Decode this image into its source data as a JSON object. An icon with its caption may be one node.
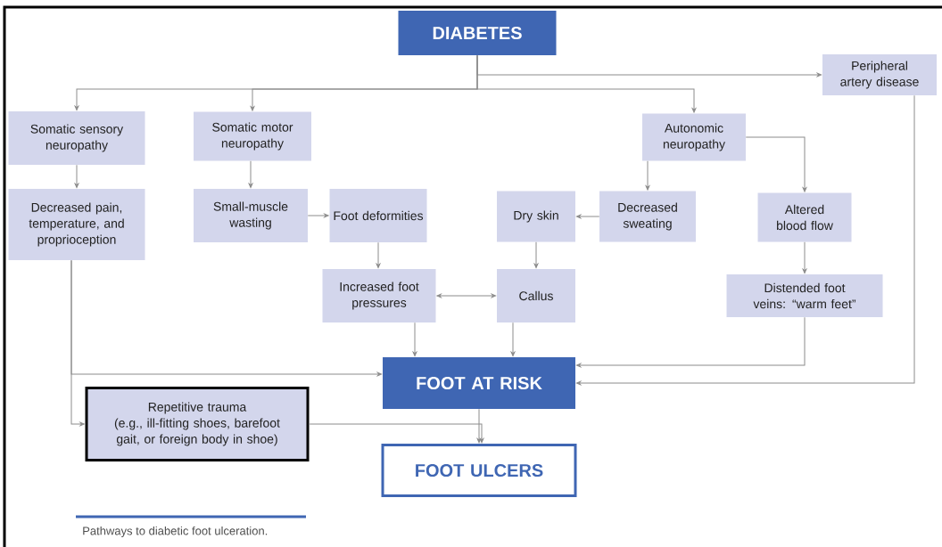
{
  "diagram": {
    "caption": "Pathways to diabetic foot ulceration.",
    "nodes": [
      {
        "text": [
          "DIABETES"
        ]
      },
      {
        "text": [
          "Peripheral artery disease"
        ]
      },
      {
        "text": [
          "Somatic sensory neuropathy"
        ]
      },
      {
        "text": [
          "Somatic motor neuropathy"
        ]
      },
      {
        "text": [
          "Autonomic neuropathy"
        ]
      },
      {
        "text": [
          "Decreased pain, temperature, and proprioception"
        ]
      },
      {
        "text": [
          "Small-muscle wasting"
        ]
      },
      {
        "text": [
          "Foot deformities"
        ]
      },
      {
        "text": [
          "Dry skin"
        ]
      },
      {
        "text": [
          "Decreased sweating"
        ]
      },
      {
        "text": [
          "Altered blood flow"
        ]
      },
      {
        "text": [
          "Increased foot pressures"
        ]
      },
      {
        "text": [
          "Callus"
        ]
      },
      {
        "text": [
          "Distended foot veins: “warm feet”"
        ]
      },
      {
        "text": [
          "FOOT AT RISK"
        ]
      },
      {
        "text": [
          "Repetitive trauma",
          "(e.g., ill-fitting shoes, barefoot gait, or foreign body in shoe)"
        ]
      },
      {
        "text": [
          "FOOT ULCERS"
        ]
      }
    ],
    "edges": [
      {
        "from": 0,
        "to": 1,
        "arrow": "to"
      },
      {
        "from": 0,
        "to": 2,
        "arrow": "to"
      },
      {
        "from": 0,
        "to": 3,
        "arrow": "to"
      },
      {
        "from": 0,
        "to": 4,
        "arrow": "to"
      },
      {
        "from": 2,
        "to": 5,
        "arrow": "to"
      },
      {
        "from": 3,
        "to": 6,
        "arrow": "to"
      },
      {
        "from": 6,
        "to": 7,
        "arrow": "to"
      },
      {
        "from": 7,
        "to": 11,
        "arrow": "to"
      },
      {
        "from": 4,
        "to": 9,
        "arrow": "to"
      },
      {
        "from": 4,
        "to": 10,
        "arrow": "to"
      },
      {
        "from": 9,
        "to": 8,
        "arrow": "to"
      },
      {
        "from": 8,
        "to": 12,
        "arrow": "to"
      },
      {
        "from": 11,
        "to": 12,
        "arrow": "both"
      },
      {
        "from": 10,
        "to": 13,
        "arrow": "to"
      },
      {
        "from": 11,
        "to": 14,
        "arrow": "to"
      },
      {
        "from": 12,
        "to": 14,
        "arrow": "to"
      },
      {
        "from": 13,
        "to": 14,
        "arrow": "to"
      },
      {
        "from": 1,
        "to": 14,
        "arrow": "to"
      },
      {
        "from": 5,
        "to": 14,
        "arrow": "to"
      },
      {
        "from": 5,
        "to": 15,
        "arrow": "to"
      },
      {
        "from": 15,
        "to": 16,
        "arrow": "to"
      },
      {
        "from": 14,
        "to": 16,
        "arrow": "to"
      }
    ]
  }
}
